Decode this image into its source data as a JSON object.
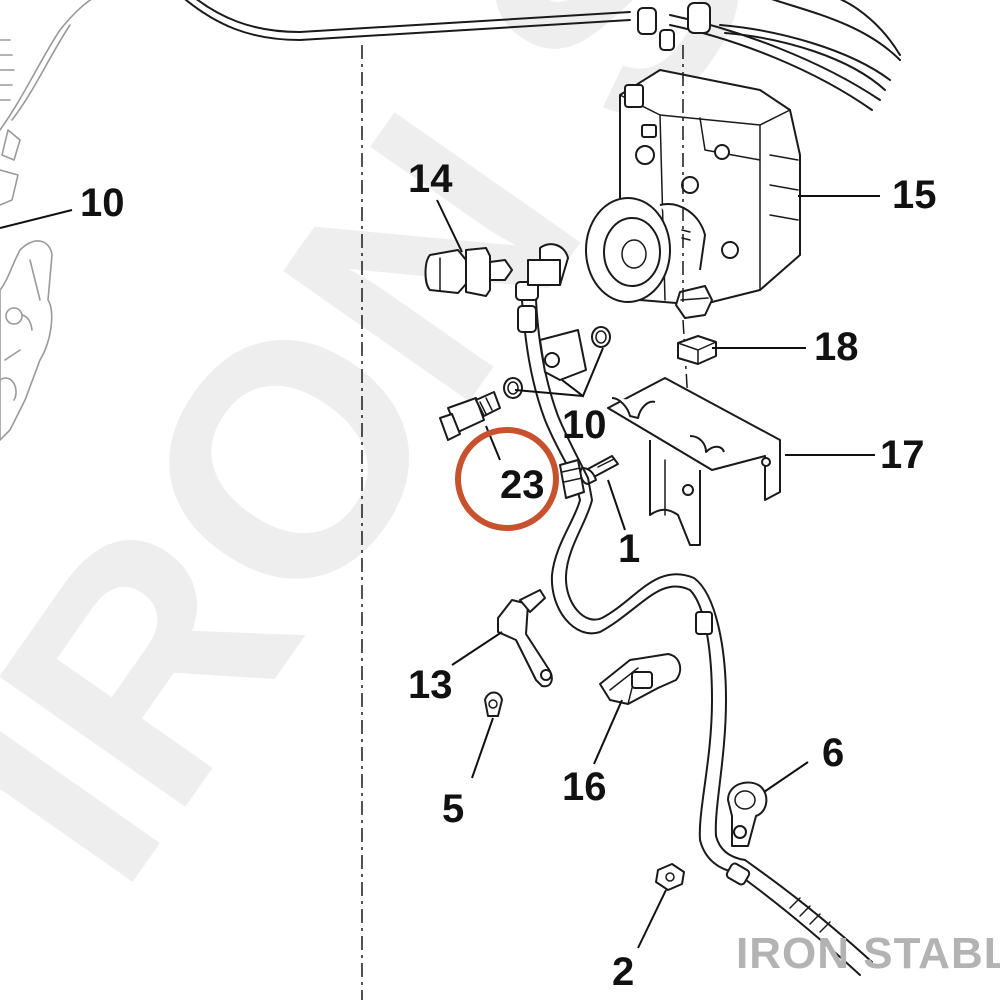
{
  "diagram": {
    "watermark_text": "IRON STABLE",
    "brand_text": "IRON STABLE",
    "highlight_color": "#c8522e",
    "callouts": [
      {
        "id": "c10a",
        "label": "10"
      },
      {
        "id": "c14",
        "label": "14"
      },
      {
        "id": "c15",
        "label": "15"
      },
      {
        "id": "c18",
        "label": "18"
      },
      {
        "id": "c10b",
        "label": "10"
      },
      {
        "id": "c17",
        "label": "17"
      },
      {
        "id": "c23",
        "label": "23",
        "highlighted": true
      },
      {
        "id": "c1",
        "label": "1"
      },
      {
        "id": "c13",
        "label": "13"
      },
      {
        "id": "c6",
        "label": "6"
      },
      {
        "id": "c5",
        "label": "5"
      },
      {
        "id": "c16",
        "label": "16"
      },
      {
        "id": "c2",
        "label": "2"
      }
    ]
  }
}
